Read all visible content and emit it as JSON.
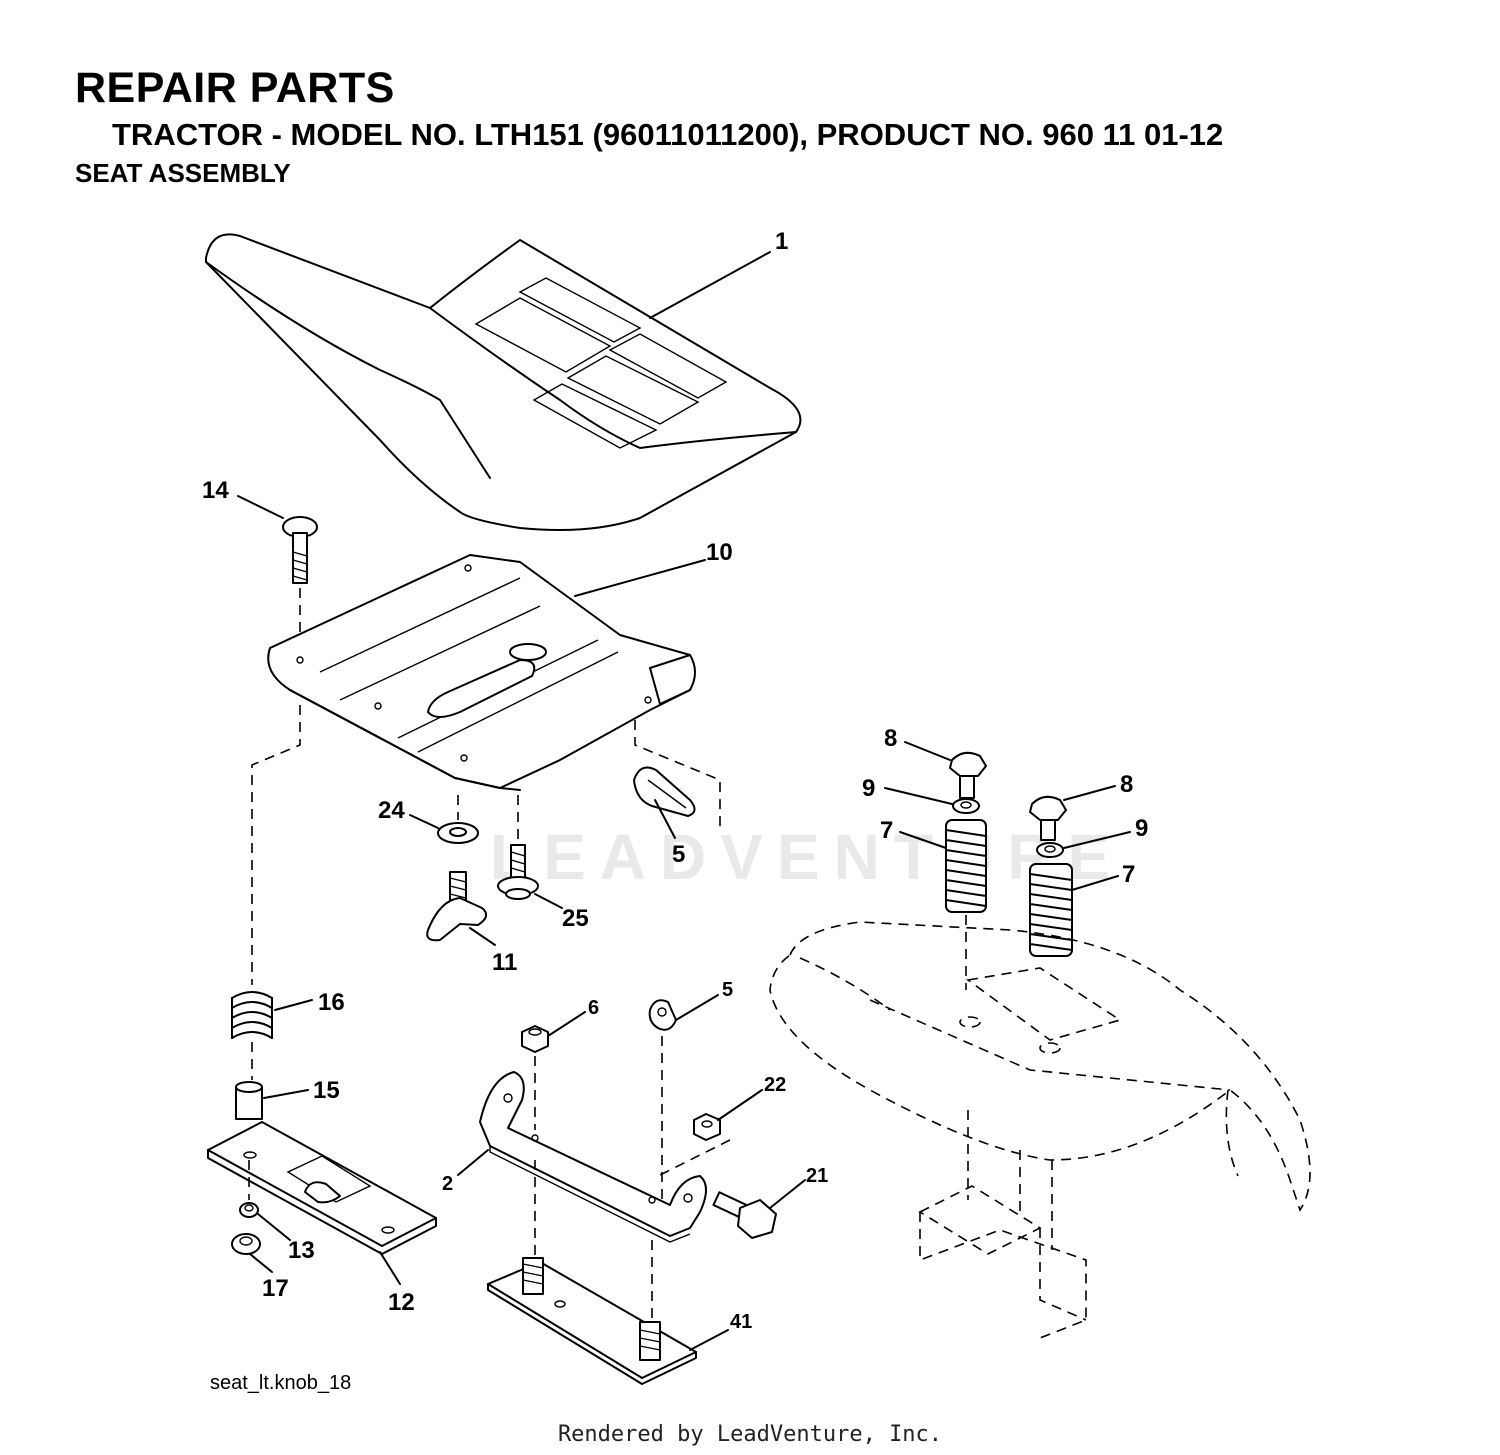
{
  "header": {
    "title": "REPAIR PARTS",
    "subtitle": "TRACTOR - MODEL NO. LTH151 (96011011200), PRODUCT NO. 960 11 01-12",
    "section": "SEAT ASSEMBLY"
  },
  "callouts": {
    "c1": "1",
    "c14": "14",
    "c10": "10",
    "c24": "24",
    "c5a": "5",
    "c25": "25",
    "c11": "11",
    "c8a": "8",
    "c9a": "9",
    "c7a": "7",
    "c8b": "8",
    "c9b": "9",
    "c7b": "7",
    "c16": "16",
    "c15": "15",
    "c6": "6",
    "c5b": "5",
    "c22": "22",
    "c2": "2",
    "c21": "21",
    "c13": "13",
    "c17": "17",
    "c12": "12",
    "c41": "41"
  },
  "filename": "seat_lt.knob_18",
  "footer": "Rendered by LeadVenture, Inc.",
  "watermark": "LEADVENTURE"
}
